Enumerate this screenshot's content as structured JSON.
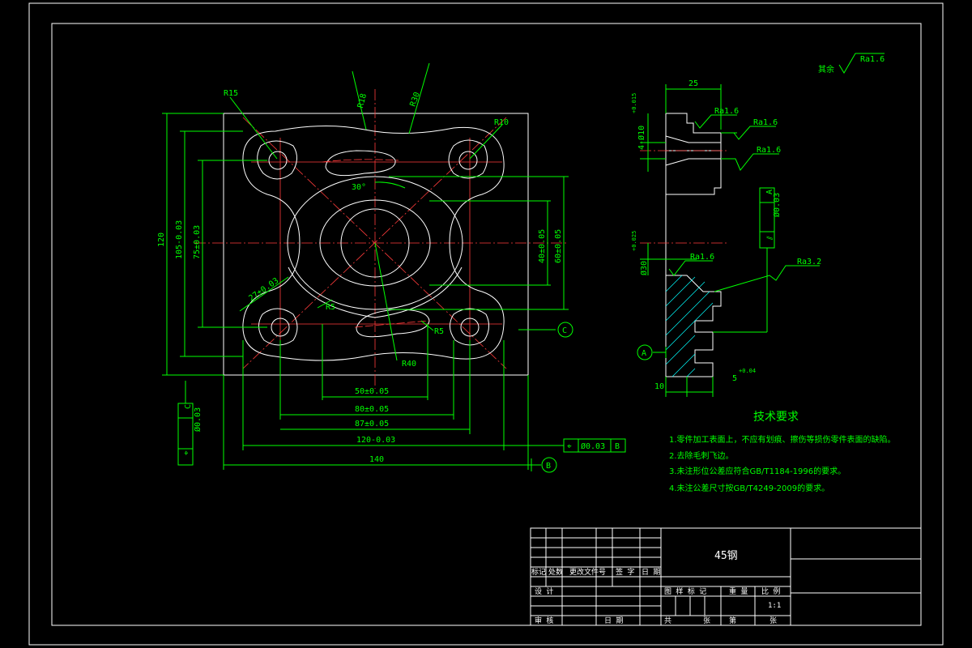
{
  "surface_finish_note": {
    "label": "其余",
    "value": "Ra1.6"
  },
  "front_view": {
    "radii": [
      "R15",
      "R10",
      "R5",
      "R5",
      "R40",
      "R30",
      "R18"
    ],
    "angle": "30°",
    "dims_horizontal": [
      "50±0.05",
      "80±0.05",
      "87±0.05",
      "120-0.03",
      "140"
    ],
    "dims_vertical_left": [
      "120",
      "105-0.03",
      "75±0.03"
    ],
    "dims_vertical_right": [
      "40±0.05",
      "60±0.05"
    ],
    "dim_diag": "27±0.03",
    "datum_c": "C",
    "datum_b": "B",
    "tol_left": {
      "symbol": "⌖",
      "value": "Ø0.03",
      "datum": "C"
    },
    "tol_bottom": {
      "symbol": "⌖",
      "value": "Ø0.03",
      "datum": "B"
    }
  },
  "side_view": {
    "dim_top": "25",
    "hole_dim": "4-Ø10",
    "hole_tol": "+0.015",
    "bore_dim": "Ø30",
    "bore_tol": "+0.025",
    "ra_labels": [
      "Ra1.6",
      "Ra1.6",
      "Ra1.6",
      "Ra1.6",
      "Ra3.2"
    ],
    "tol_perp": {
      "symbol": "⫽",
      "value": "Ø0.03",
      "datum": "A"
    },
    "datum_a": "A",
    "dim_bottom_left": "10",
    "dim_bottom_right": "5",
    "dim_bottom_tol": "+0.04"
  },
  "tech_requirements": {
    "title": "技术要求",
    "items": [
      "1.零件加工表面上，不应有划痕、擦伤等损伤零件表面的缺陷。",
      "2.去除毛刺飞边。",
      "3.未注形位公差应符合GB/T1184-1996的要求。",
      "4.未注公差尺寸按GB/T4249-2009的要求。"
    ]
  },
  "title_block": {
    "material": "45钢",
    "row_labels_a": [
      "标记",
      "处数",
      "更改文件号",
      "签 字",
      "日 期"
    ],
    "row_labels_b": [
      "设 计",
      "审 核"
    ],
    "stage_labels": [
      "图 样 标 记",
      "重 量",
      "比 例"
    ],
    "scale": "1:1",
    "sheet_labels": [
      "共",
      "张",
      "第",
      "张"
    ],
    "date_label": "日 期"
  }
}
